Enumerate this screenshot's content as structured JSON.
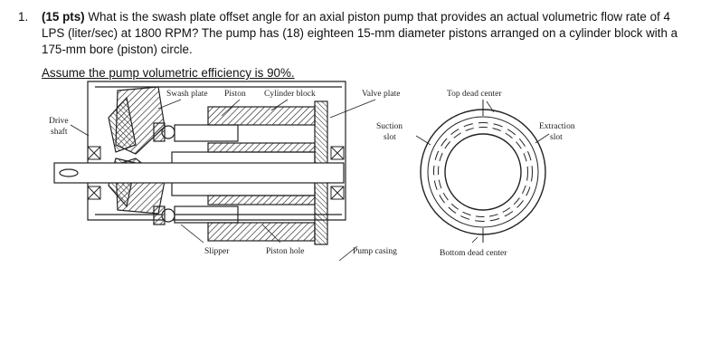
{
  "question": {
    "number": "1.",
    "points": "(15 pts)",
    "text": " What is the swash plate offset angle for an axial piston pump that provides an actual volumetric flow rate of 4 LPS (liter/sec) at 1800 RPM?  The pump has (18) eighteen 15-mm diameter pistons arranged on a cylinder block with a 175-mm bore (piston) circle.",
    "assumption": "Assume the pump volumetric efficiency is 90%."
  },
  "figure": {
    "labels": {
      "swash_plate": "Swash plate",
      "piston": "Piston",
      "cylinder_block": "Cylinder block",
      "valve_plate": "Valve plate",
      "top_dead_center": "Top dead center",
      "drive_shaft_1": "Drive",
      "drive_shaft_2": "shaft",
      "suction_slot_1": "Suction",
      "suction_slot_2": "slot",
      "extraction_slot_1": "Extraction",
      "extraction_slot_2": "slot",
      "slipper": "Slipper",
      "piston_hole": "Piston hole",
      "pump_casing": "Pump casing",
      "bottom_dead_center": "Bottom dead center"
    }
  }
}
